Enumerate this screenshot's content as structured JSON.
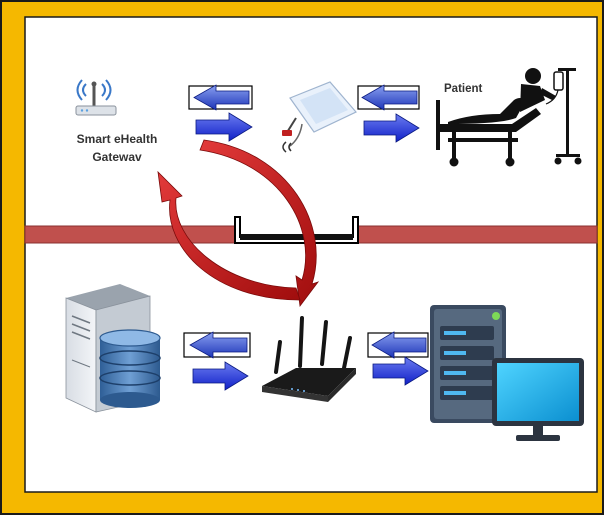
{
  "labels": {
    "gateway_line1": "Smart eHealth",
    "gateway_line2": "Gatewav",
    "patient": "Patient"
  },
  "colors": {
    "frame": "#f5b800",
    "frame_outline": "#1a1a1a",
    "divider_band": "#c0504d",
    "arrow_forward": "#1f2ed8",
    "arrow_back": "#2a44c8",
    "big_arrows": "#d42020"
  },
  "icons": {
    "gateway": "wifi-router-icon",
    "sensor": "sensor-device-icon",
    "patient": "hospital-bed-patient-icon",
    "database_server": "database-server-icon",
    "router": "wireless-router-icon",
    "server_monitor": "server-monitor-icon"
  }
}
